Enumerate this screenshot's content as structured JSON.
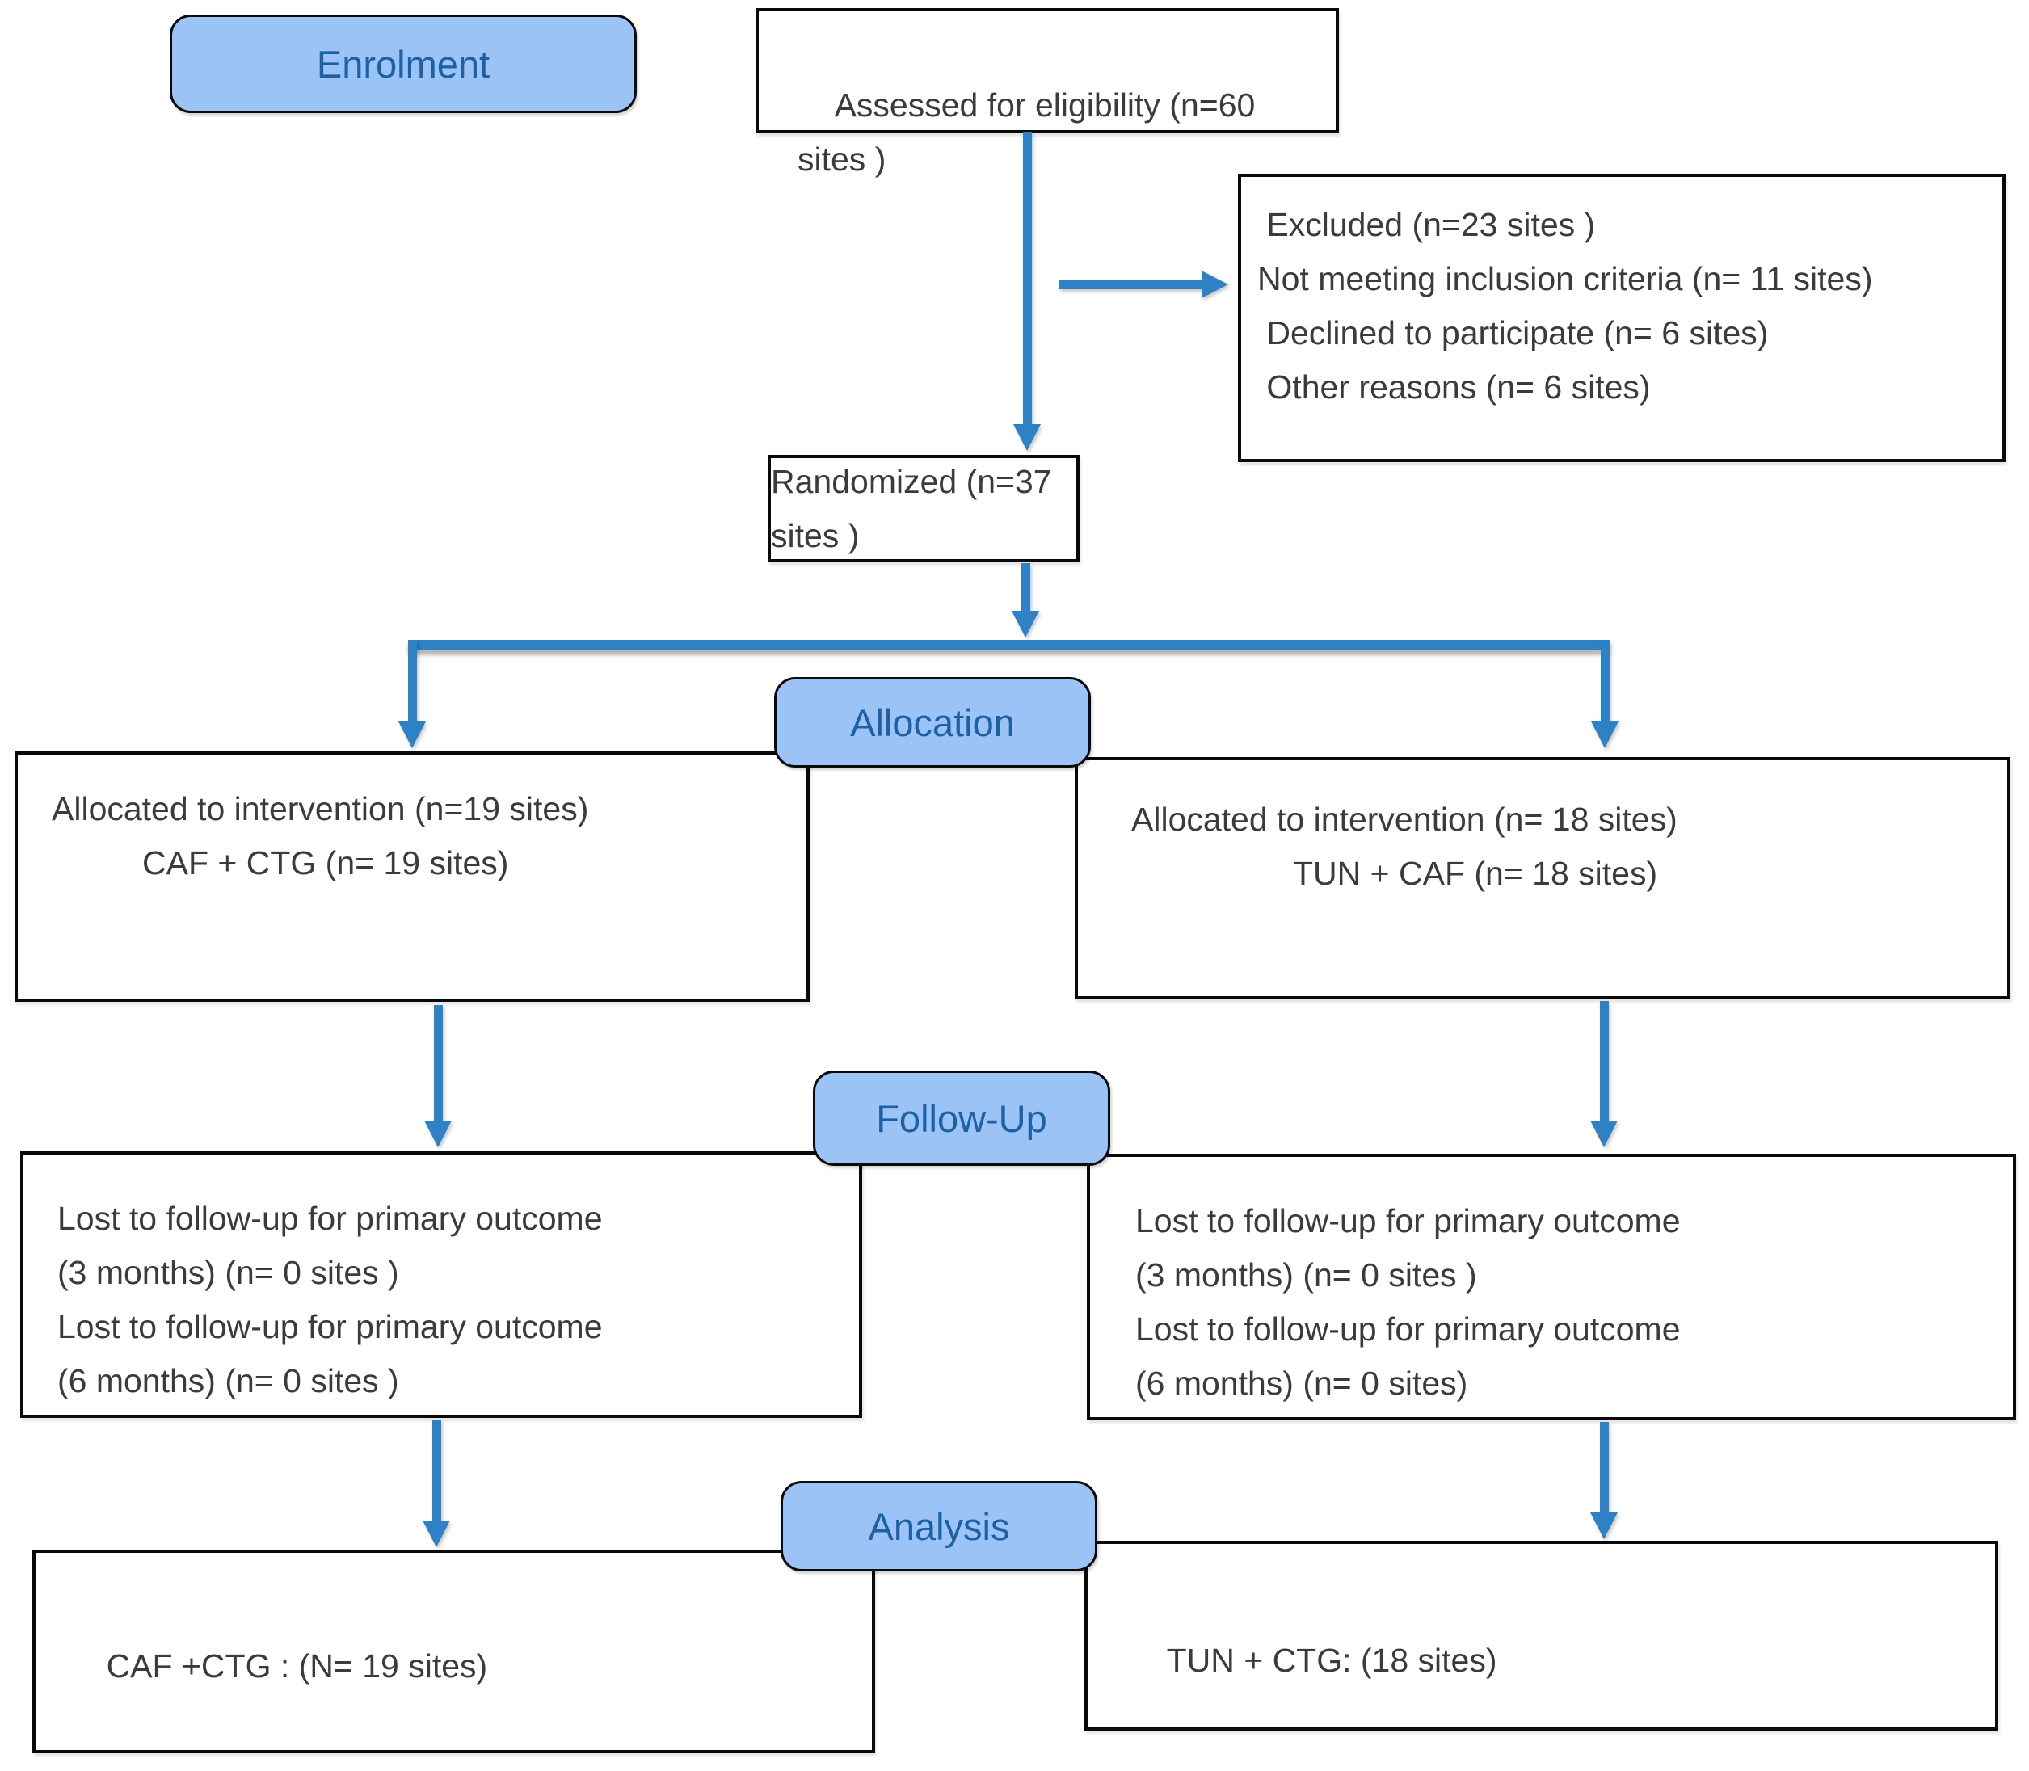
{
  "colors": {
    "label_fill": "#9CC3F5",
    "label_text": "#1D60A4",
    "arrow_color": "#2E81C4",
    "box_border": "#0a0a0a",
    "text_color": "#3b3b3b",
    "bg": "#ffffff"
  },
  "stage_labels": {
    "enrolment": "Enrolment",
    "allocation": "Allocation",
    "followup": "Follow-Up",
    "analysis": "Analysis"
  },
  "boxes": {
    "assessed": "Assessed for eligibility (n=60 sites )",
    "excluded_lines": [
      " Excluded (n=23 sites )",
      "Not meeting inclusion criteria (n= 11 sites)",
      " Declined to participate (n= 6 sites)",
      " Other reasons (n= 6 sites)"
    ],
    "randomized": "Randomized (n=37 sites )",
    "allocation_left_lines": [
      "Allocated to intervention (n=19 sites)",
      "CAF + CTG (n= 19 sites)"
    ],
    "allocation_right_lines": [
      "Allocated to intervention (n= 18 sites)",
      "TUN + CAF (n= 18 sites)"
    ],
    "followup_left_lines": [
      "Lost to follow-up for primary outcome",
      "(3 months) (n= 0 sites )",
      "Lost to follow-up for primary outcome",
      "(6 months) (n= 0 sites )"
    ],
    "followup_right_lines": [
      "Lost to follow-up for primary outcome",
      "(3 months) (n= 0 sites )",
      "Lost to follow-up for primary outcome",
      "(6 months) (n= 0 sites)"
    ],
    "analysis_left": "CAF +CTG : (N= 19 sites)",
    "analysis_right": "TUN + CTG: (18 sites)"
  }
}
